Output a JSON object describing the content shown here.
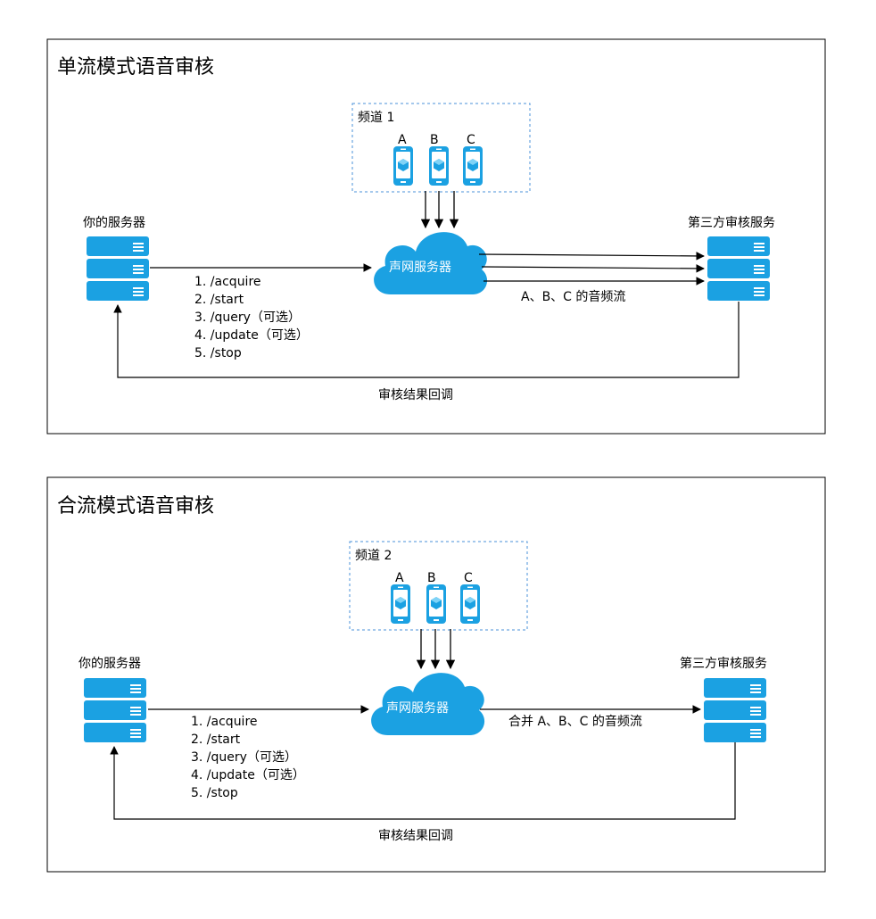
{
  "colors": {
    "accent": "#1ba1e2",
    "frame": "#000000",
    "dashed_border": "#4a90d9"
  },
  "icons": {
    "server": "server-rack-icon",
    "phone": "phone-icon",
    "cloud": "cloud-icon"
  },
  "panels": [
    {
      "title": "单流模式语音审核",
      "channel_label": "频道 1",
      "users": [
        "A",
        "B",
        "C"
      ],
      "your_server": "你的服务器",
      "cloud_label": "声网服务器",
      "third_party": "第三方审核服务",
      "stream_label": "A、B、C 的音频流",
      "steps": [
        "1. /acquire",
        "2. /start",
        "3. /query（可选）",
        "4. /update（可选）",
        "5. /stop"
      ],
      "callback_label": "审核结果回调"
    },
    {
      "title": "合流模式语音审核",
      "channel_label": "频道 2",
      "users": [
        "A",
        "B",
        "C"
      ],
      "your_server": "你的服务器",
      "cloud_label": "声网服务器",
      "third_party": "第三方审核服务",
      "stream_label": "合并 A、B、C 的音频流",
      "steps": [
        "1. /acquire",
        "2. /start",
        "3. /query（可选）",
        "4. /update（可选）",
        "5. /stop"
      ],
      "callback_label": "审核结果回调"
    }
  ]
}
